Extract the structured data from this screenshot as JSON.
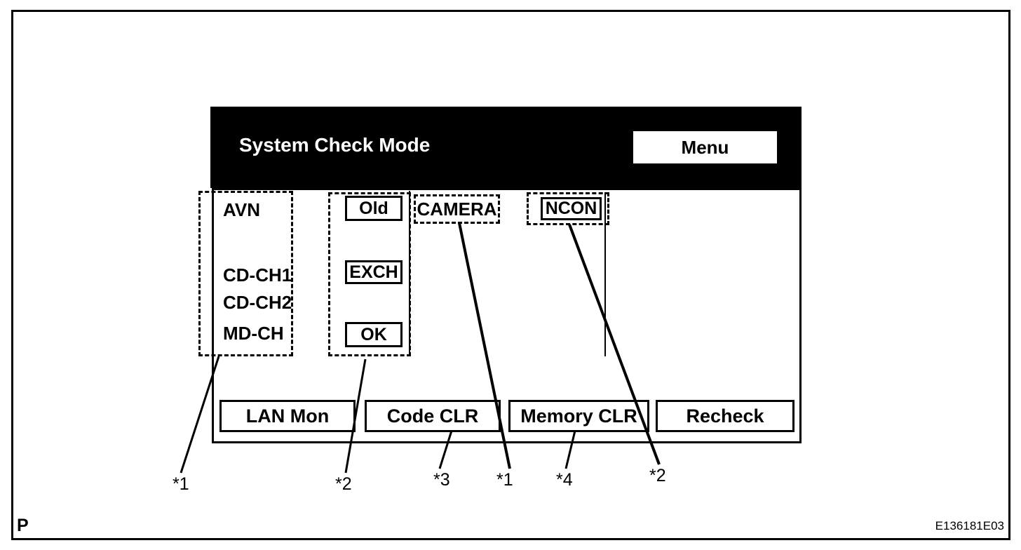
{
  "figure": {
    "page_letter": "P",
    "figure_code": "E136181E03"
  },
  "screen": {
    "title": "System Check Mode",
    "menu_button_label": "Menu",
    "devices": [
      "AVN",
      "CD-CH1",
      "CD-CH2",
      "MD-CH"
    ],
    "statuses": [
      "Old",
      "EXCH",
      "OK"
    ],
    "camera_label": "CAMERA",
    "ncon_label": "NCON",
    "bottom_buttons": [
      "LAN Mon",
      "Code CLR",
      "Memory CLR",
      "Recheck"
    ]
  },
  "callout_labels": [
    "*1",
    "*2",
    "*3",
    "*1",
    "*4",
    "*2"
  ],
  "colors": {
    "ink": "#000000",
    "paper": "#ffffff"
  }
}
